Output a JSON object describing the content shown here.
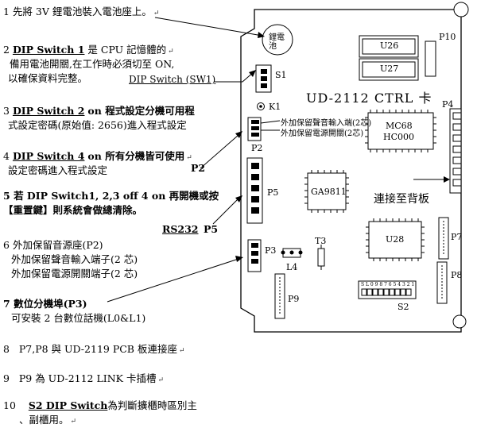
{
  "notes": [
    {
      "n": "1",
      "text": "先將 3V 鋰電池裝入電池座上。"
    },
    {
      "n": "2",
      "head": "DIP Switch 1",
      "text": "是 CPU 記憶體的",
      "line2": "備用電池開關,在工作時必須切至 ON,",
      "line3": "以確保資料完整。",
      "ref": "DIP Switch (SW1)"
    },
    {
      "n": "3",
      "head": "DIP Switch 2",
      "text": "on 程式設定分機可用程",
      "line2": "式設定密碼(原始值: 2656)進入程式設定"
    },
    {
      "n": "4",
      "head": "DIP Switch 4",
      "text": "on 所有分機皆可使用",
      "line2": "設定密碼進入程式設定",
      "ref": "P2"
    },
    {
      "n": "5",
      "text": "若 DIP Switch1, 2,3 off 4 on 再開機或按",
      "line2": "【重置鍵】則系統會做總清除。",
      "ref_a": "RS232",
      "ref_b": "P5"
    },
    {
      "n": "6",
      "text": "外加保留音源座(P2)",
      "line2": "外加保留聲音輸入端子(2 芯)",
      "line3": "外加保留電源開關端子(2 芯)"
    },
    {
      "n": "7",
      "head": "數位分機埠(P3)",
      "line2": "可安裝 2 台數位話機(L0&L1)"
    },
    {
      "n": "8",
      "text": "P7,P8 與 UD-2119 PCB 板連接座"
    },
    {
      "n": "9",
      "text": "P9 為 UD-2112 LINK 卡插槽"
    },
    {
      "n": "10",
      "head": "S2 DIP Switch",
      "text": "為判斷擴櫃時區別主",
      "line2": "、副櫃用。"
    }
  ],
  "board": {
    "title": "UD-2112 CTRL 卡",
    "battery": "鋰電池",
    "chips": {
      "u26": "U26",
      "u27": "U27",
      "mc68_1": "MC68",
      "mc68_2": "HC000",
      "ga": "GA9811",
      "u28": "U28"
    },
    "labels": {
      "p10": "P10",
      "s1": "S1",
      "k1": "K1",
      "p4": "P4",
      "p2": "P2",
      "p5": "P5",
      "p3": "P3",
      "t3": "T3",
      "l4": "L4",
      "p9": "P9",
      "p7": "P7",
      "p8": "P8",
      "s2": "S2"
    },
    "p2_note1": "外加保留聲音輸入端(2芯)",
    "p2_note2": "外加保留電源開關(2芯)",
    "backplane": "連接至背板",
    "s2_digits": "S L 0 9 8 7 6 5 4 3 2 1"
  }
}
